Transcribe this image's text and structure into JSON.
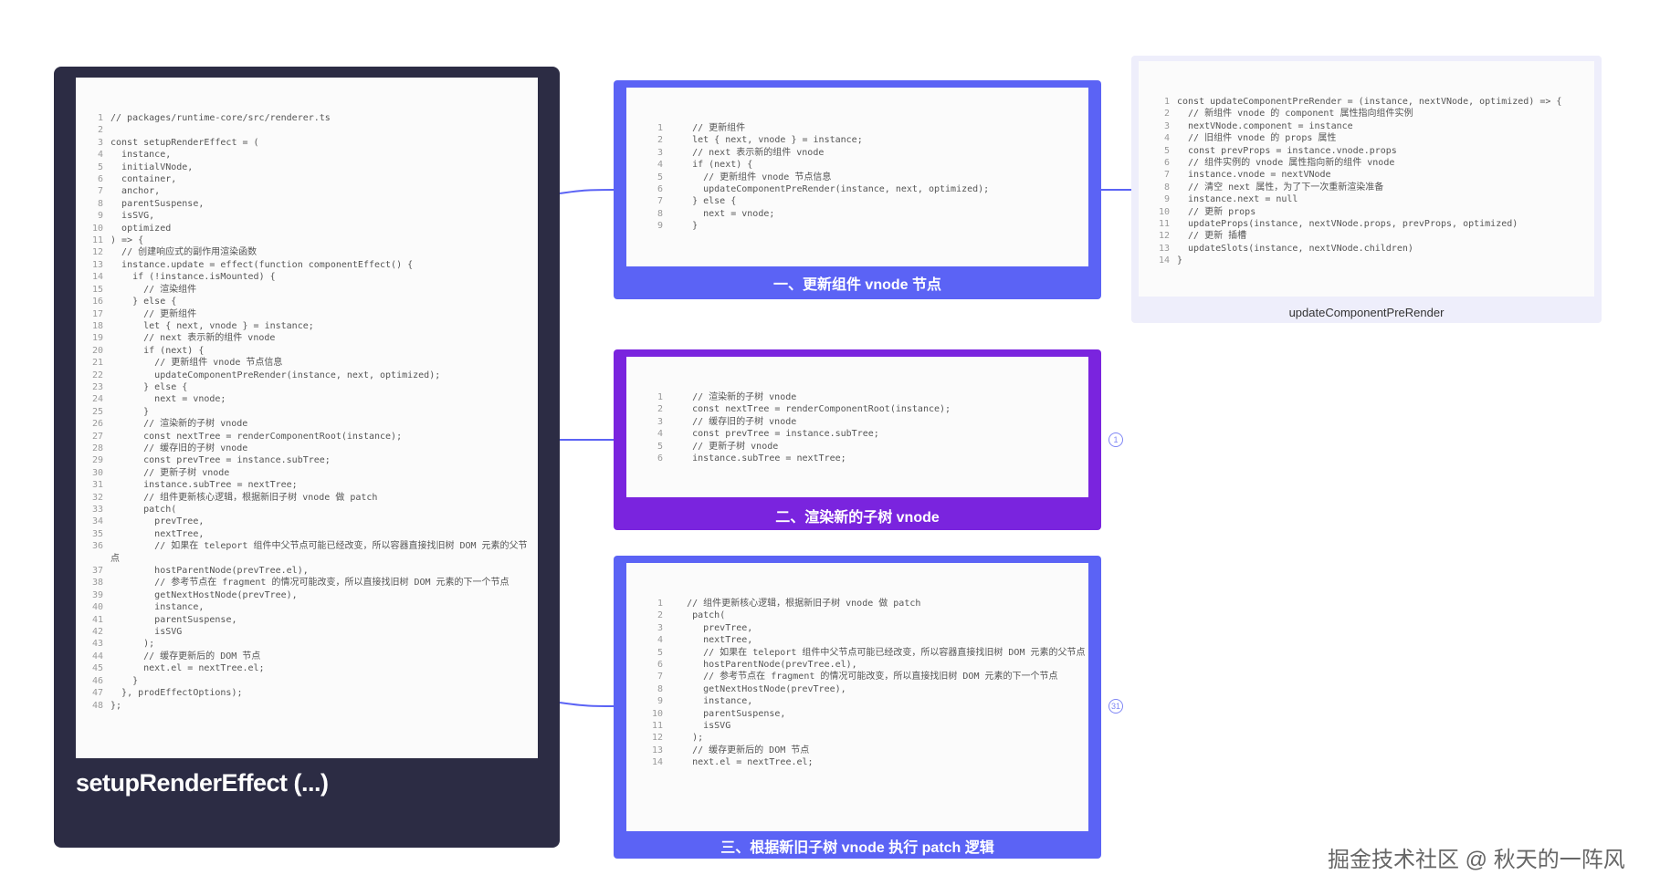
{
  "main": {
    "title": "setupRenderEffect (...)",
    "code": [
      "// packages/runtime-core/src/renderer.ts",
      "",
      "const setupRenderEffect = (",
      "  instance,",
      "  initialVNode,",
      "  container,",
      "  anchor,",
      "  parentSuspense,",
      "  isSVG,",
      "  optimized",
      ") => {",
      "  // 创建响应式的副作用渲染函数",
      "  instance.update = effect(function componentEffect() {",
      "    if (!instance.isMounted) {",
      "      // 渲染组件",
      "    } else {",
      "      // 更新组件",
      "      let { next, vnode } = instance;",
      "      // next 表示新的组件 vnode",
      "      if (next) {",
      "        // 更新组件 vnode 节点信息",
      "        updateComponentPreRender(instance, next, optimized);",
      "      } else {",
      "        next = vnode;",
      "      }",
      "      // 渲染新的子树 vnode",
      "      const nextTree = renderComponentRoot(instance);",
      "      // 缓存旧的子树 vnode",
      "      const prevTree = instance.subTree;",
      "      // 更新子树 vnode",
      "      instance.subTree = nextTree;",
      "      // 组件更新核心逻辑，根据新旧子树 vnode 做 patch",
      "      patch(",
      "        prevTree,",
      "        nextTree,",
      "        // 如果在 teleport 组件中父节点可能已经改变，所以容器直接找旧树 DOM 元素的父节点",
      "        hostParentNode(prevTree.el),",
      "        // 参考节点在 fragment 的情况可能改变，所以直接找旧树 DOM 元素的下一个节点",
      "        getNextHostNode(prevTree),",
      "        instance,",
      "        parentSuspense,",
      "        isSVG",
      "      );",
      "      // 缓存更新后的 DOM 节点",
      "      next.el = nextTree.el;",
      "    }",
      "  }, prodEffectOptions);",
      "};"
    ]
  },
  "steps": [
    {
      "title": "一、更新组件 vnode 节点",
      "code": [
        "    // 更新组件",
        "    let { next, vnode } = instance;",
        "    // next 表示新的组件 vnode",
        "    if (next) {",
        "      // 更新组件 vnode 节点信息",
        "      updateComponentPreRender(instance, next, optimized);",
        "    } else {",
        "      next = vnode;",
        "    }"
      ]
    },
    {
      "title": "二、渲染新的子树 vnode",
      "code": [
        "    // 渲染新的子树 vnode",
        "    const nextTree = renderComponentRoot(instance);",
        "    // 缓存旧的子树 vnode",
        "    const prevTree = instance.subTree;",
        "    // 更新子树 vnode",
        "    instance.subTree = nextTree;"
      ]
    },
    {
      "title": "三、根据新旧子树 vnode 执行 patch 逻辑",
      "code": [
        "   // 组件更新核心逻辑，根据新旧子树 vnode 做 patch",
        "    patch(",
        "      prevTree,",
        "      nextTree,",
        "      // 如果在 teleport 组件中父节点可能已经改变，所以容器直接找旧树 DOM 元素的父节点",
        "      hostParentNode(prevTree.el),",
        "      // 参考节点在 fragment 的情况可能改变，所以直接找旧树 DOM 元素的下一个节点",
        "      getNextHostNode(prevTree),",
        "      instance,",
        "      parentSuspense,",
        "      isSVG",
        "    );",
        "    // 缓存更新后的 DOM 节点",
        "    next.el = nextTree.el;"
      ]
    }
  ],
  "ext": {
    "title": "updateComponentPreRender",
    "code": [
      "const updateComponentPreRender = (instance, nextVNode, optimized) => {",
      "  // 新组件 vnode 的 component 属性指向组件实例",
      "  nextVNode.component = instance",
      "  // 旧组件 vnode 的 props 属性",
      "  const prevProps = instance.vnode.props",
      "  // 组件实例的 vnode 属性指向新的组件 vnode",
      "  instance.vnode = nextVNode",
      "  // 清空 next 属性，为了下一次重新渲染准备",
      "  instance.next = null",
      "  // 更新 props",
      "  updateProps(instance, nextVNode.props, prevProps, optimized)",
      "  // 更新 插槽",
      "  updateSlots(instance, nextVNode.children)",
      "}"
    ]
  },
  "counters": [
    "1",
    "31"
  ],
  "watermark": "掘金技术社区 @ 秋天的一阵风",
  "colors": {
    "main_bg": "#2c2c44",
    "step_blue": "#5b63f5",
    "step_purple": "#7a24de",
    "ext_bg": "#eeeefb",
    "connector": "#5b63f5"
  }
}
